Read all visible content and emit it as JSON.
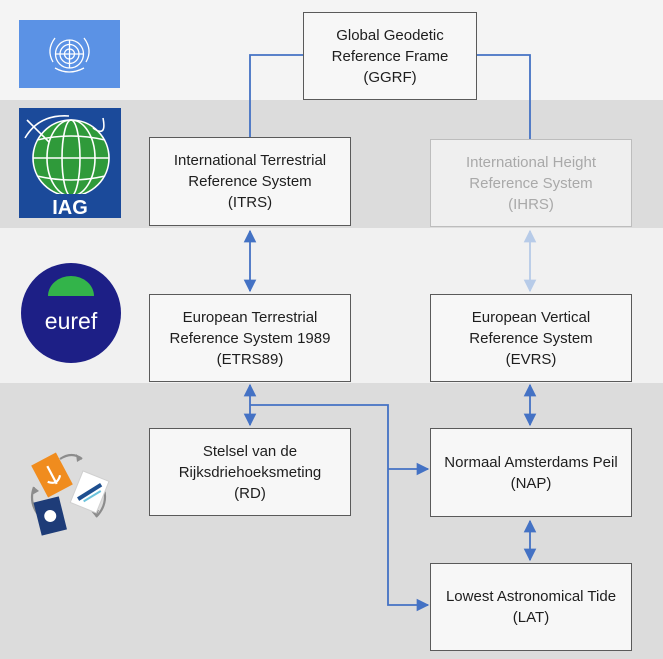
{
  "boxes": {
    "ggrf": {
      "line1": "Global Geodetic",
      "line2": "Reference Frame",
      "abbr": "(GGRF)"
    },
    "itrs": {
      "line1": "International Terrestrial",
      "line2": "Reference System",
      "abbr": "(ITRS)"
    },
    "ihrs": {
      "line1": "International Height",
      "line2": "Reference System",
      "abbr": "(IHRS)"
    },
    "etrs89": {
      "line1": "European Terrestrial",
      "line2": "Reference System 1989",
      "abbr": "(ETRS89)"
    },
    "evrs": {
      "line1": "European Vertical",
      "line2": "Reference System",
      "abbr": "(EVRS)"
    },
    "rd": {
      "line1": "Stelsel van de",
      "line2": "Rijksdriehoeksmeting",
      "abbr": "(RD)"
    },
    "nap": {
      "line1": "Normaal Amsterdams Peil",
      "abbr": "(NAP)"
    },
    "lat": {
      "line1": "Lowest Astronomical Tide",
      "abbr": "(LAT)"
    }
  },
  "logos": {
    "un": {
      "icon": "un-emblem-icon"
    },
    "iag": {
      "text": "IAG",
      "icon": "iag-globe-icon"
    },
    "euref": {
      "text": "euref",
      "icon": "euref-logo-icon"
    },
    "nl": {
      "icon": "dutch-agencies-cycle-icon"
    }
  },
  "colors": {
    "connector": "#4472c4",
    "connector_faded": "#b7cbe8",
    "un_blue": "#5b92e5",
    "iag_blue": "#1b4a9a",
    "iag_green": "#2f9a3a",
    "euref_navy": "#1d1f86",
    "euref_green": "#33b44a"
  }
}
